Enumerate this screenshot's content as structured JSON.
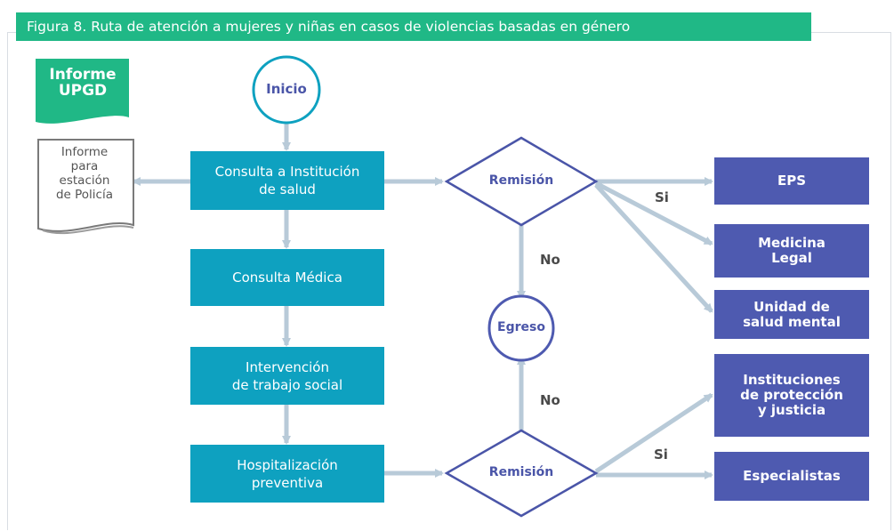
{
  "title": "Figura 8. Ruta de atención a mujeres y niñas en casos de violencias basadas en género",
  "colors": {
    "title_bg": "#20b886",
    "teal_box": "#0ea1c0",
    "purple_box": "#4e5ab0",
    "diamond_stroke": "#4a55a8",
    "arrow": "#b8cad8"
  },
  "badge": {
    "label": "Informe\nUPGD"
  },
  "document": {
    "label": "Informe\npara\nestación\nde Policía"
  },
  "start": {
    "label": "Inicio"
  },
  "end": {
    "label": "Egreso"
  },
  "steps": [
    {
      "label": "Consulta a Institución\nde salud"
    },
    {
      "label": "Consulta Médica"
    },
    {
      "label": "Intervención\nde trabajo social"
    },
    {
      "label": "Hospitalización\npreventiva"
    }
  ],
  "decisions": [
    {
      "label": "Remisión"
    },
    {
      "label": "Remisión"
    }
  ],
  "edge_labels": {
    "yes_top": "Si",
    "no_top": "No",
    "no_bottom": "No",
    "yes_bottom": "Si"
  },
  "destinations": [
    {
      "label": "EPS"
    },
    {
      "label": "Medicina\nLegal"
    },
    {
      "label": "Unidad de\nsalud mental"
    },
    {
      "label": "Instituciones\nde protección\ny justicia"
    },
    {
      "label": "Especialistas"
    }
  ]
}
